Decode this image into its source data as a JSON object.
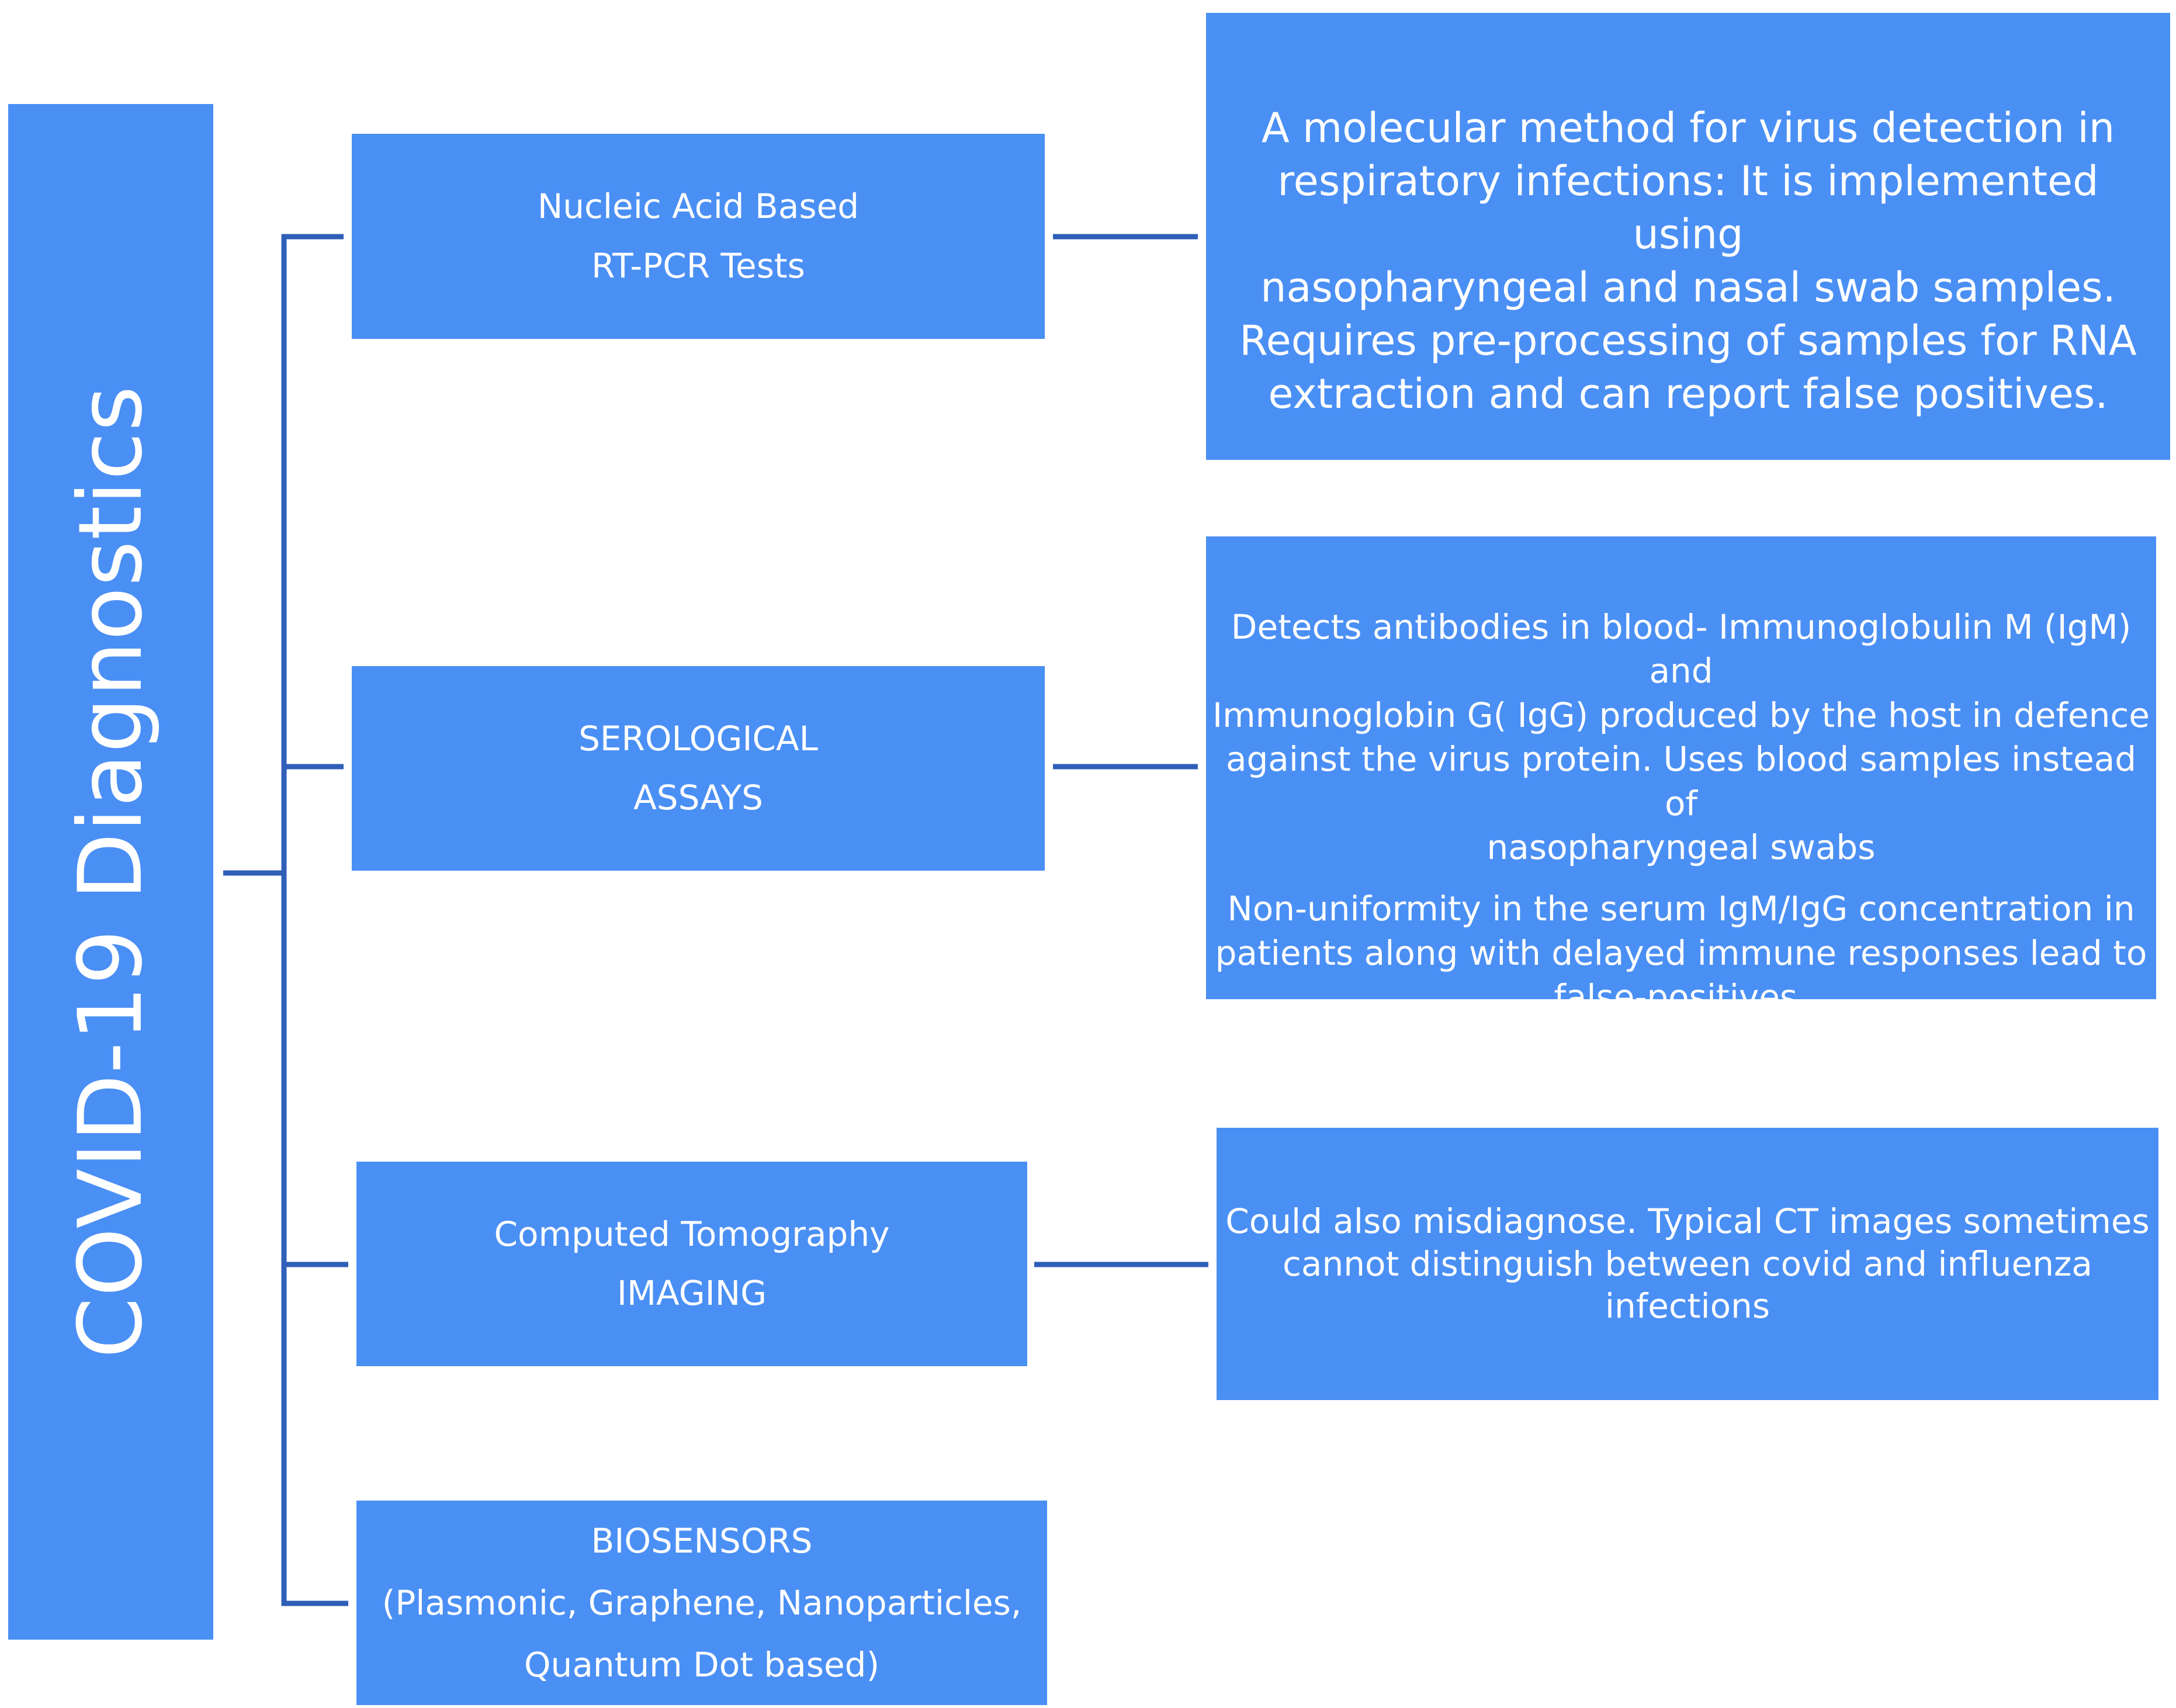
{
  "root": {
    "title": "COVID-19 Diagnostics"
  },
  "categories": [
    {
      "lines": [
        "Nucleic Acid Based",
        "RT-PCR Tests"
      ]
    },
    {
      "lines": [
        "SEROLOGICAL",
        "ASSAYS"
      ]
    },
    {
      "lines": [
        "Computed Tomography",
        "IMAGING"
      ]
    },
    {
      "lines": [
        "BIOSENSORS",
        "(Plasmonic, Graphene, Nanoparticles,",
        "Quantum Dot based)"
      ]
    }
  ],
  "descriptions": {
    "nucleic": {
      "lines": [
        "A molecular method for virus detection in",
        "respiratory infections: It is implemented using",
        "nasopharyngeal and nasal swab samples.",
        "Requires pre-processing of samples for RNA",
        "extraction and can report false positives."
      ]
    },
    "serological": {
      "para1": [
        "Detects antibodies in blood- Immunoglobulin M (IgM) and",
        "Immunoglobin G( IgG) produced by the host in defence",
        "against the virus protein. Uses blood samples instead of",
        "nasopharyngeal swabs"
      ],
      "para2": [
        "Non-uniformity in the serum IgM/IgG concentration in",
        "patients along with delayed immune responses lead to",
        "false-positives."
      ]
    },
    "ct": {
      "lines": [
        "Could also misdiagnose. Typical CT images sometimes",
        "cannot distinguish between covid and influenza infections"
      ]
    }
  },
  "colors": {
    "box_fill": "#4a8ff4",
    "connector": "#2f5fb8",
    "text": "#ffffff"
  }
}
